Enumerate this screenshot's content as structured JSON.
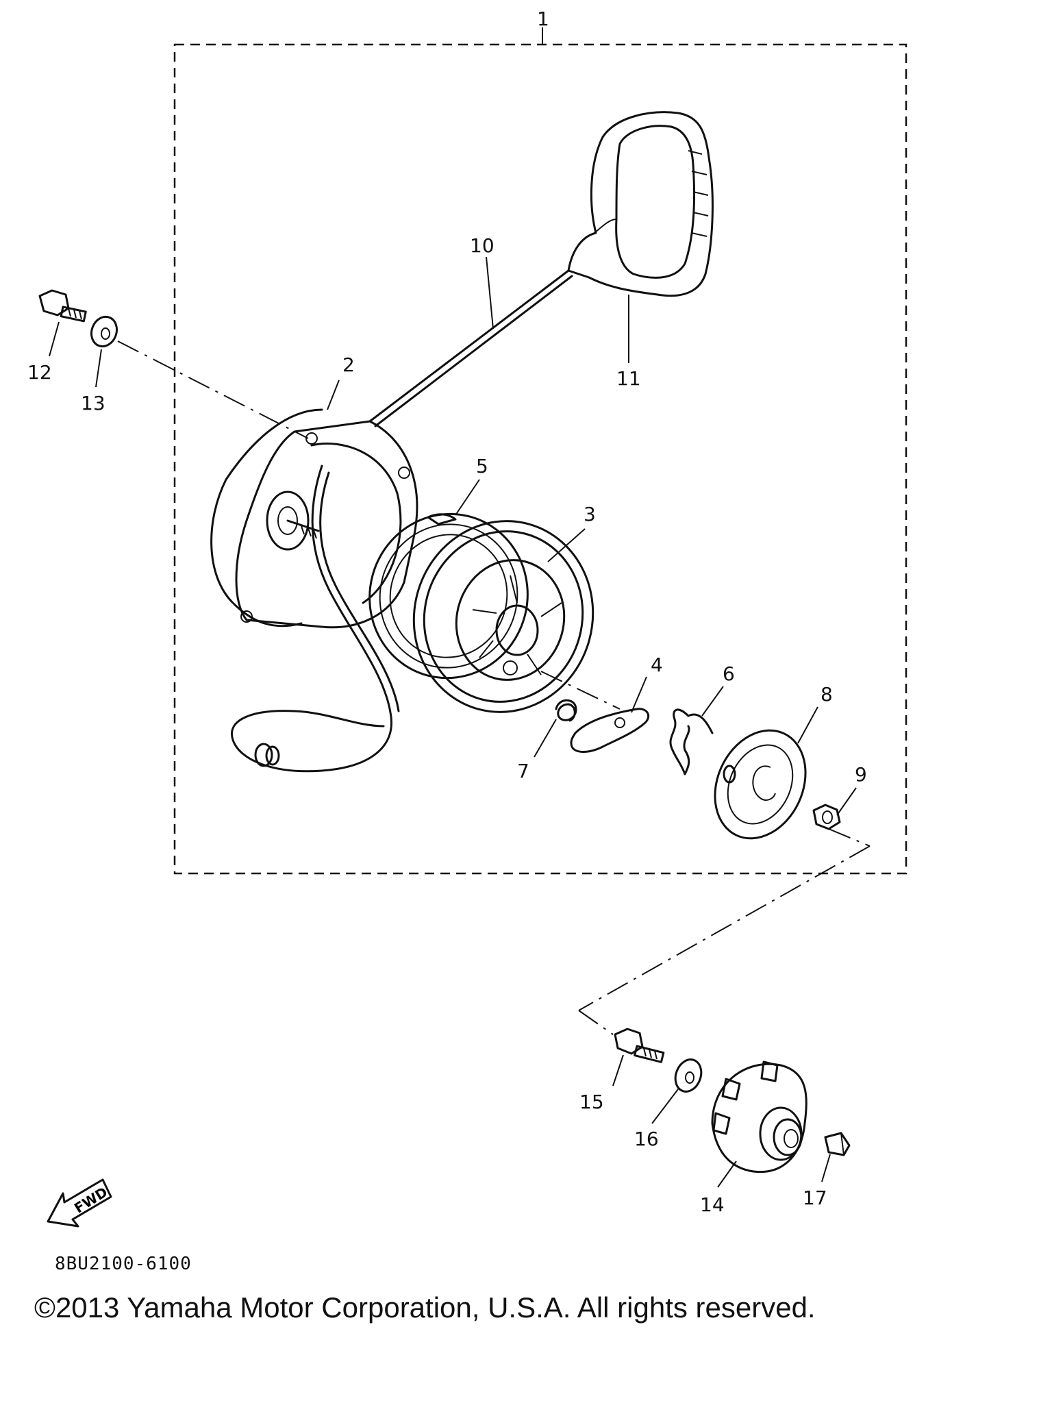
{
  "callouts": {
    "c1": "1",
    "c2": "2",
    "c3": "3",
    "c4": "4",
    "c5": "5",
    "c6": "6",
    "c7": "7",
    "c8": "8",
    "c9": "9",
    "c10": "10",
    "c11": "11",
    "c12": "12",
    "c13": "13",
    "c14": "14",
    "c15": "15",
    "c16": "16",
    "c17": "17"
  },
  "fwd_label": "FWD",
  "ref_code": "8BU2100-6100",
  "copyright": "©2013 Yamaha Motor Corporation, U.S.A. All rights reserved."
}
